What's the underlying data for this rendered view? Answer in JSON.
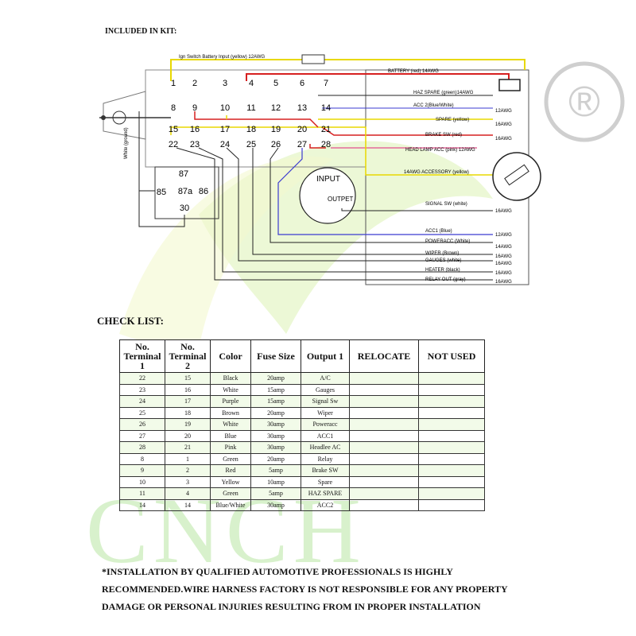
{
  "kit_title": "INCLUDED IN KIT:",
  "watermark": {
    "brand": "CNCH",
    "registered": "®"
  },
  "diagram": {
    "top_wire_label": "Ign Switch Battery Input (yellow) 12AWG",
    "terminals": [
      "1",
      "2",
      "3",
      "4",
      "5",
      "6",
      "7",
      "8",
      "9",
      "10",
      "11",
      "12",
      "13",
      "14",
      "15",
      "16",
      "17",
      "18",
      "19",
      "20",
      "21",
      "22",
      "23",
      "24",
      "25",
      "26",
      "27",
      "28"
    ],
    "relay_terminals": [
      "87",
      "85",
      "87a",
      "86",
      "30"
    ],
    "side_label": "White (ground)",
    "module_input": "INPUT",
    "module_output": "OUTPET",
    "wires": [
      {
        "label": "BATTERY (red) 14AWG",
        "gauge": ""
      },
      {
        "label": "HAZ SPARE (green)14AWG",
        "gauge": ""
      },
      {
        "label": "ACC 2(Blue/White)",
        "gauge": "12AWG"
      },
      {
        "label": "SPARE (yellow)",
        "gauge": "16AWG"
      },
      {
        "label": "BRAKE SW (red)",
        "gauge": "16AWG"
      },
      {
        "label": "HEAD LAMP ACC (pink) 12AWG",
        "gauge": ""
      },
      {
        "label": "14AWG ACCESSORY (yellow)",
        "gauge": ""
      },
      {
        "label": "SIGNAL SW (white)",
        "gauge": "16AWG"
      },
      {
        "label": "ACC1 (Blue)",
        "gauge": "12AWG"
      },
      {
        "label": "POWERACC (White)",
        "gauge": "14AWG"
      },
      {
        "label": "WIPER (Brown)",
        "gauge": "16AWG"
      },
      {
        "label": "GAUGES (white)",
        "gauge": "16AWG"
      },
      {
        "label": "HEATER (black)",
        "gauge": "16AWG"
      },
      {
        "label": "RELAY OUT (gray)",
        "gauge": "16AWG"
      }
    ],
    "colors": {
      "red": "#d62020",
      "yellow": "#e8d800",
      "dark": "#222222",
      "blue": "#3b3bd0",
      "pink": "#e36a9a"
    }
  },
  "check_title": "CHECK LIST:",
  "table": {
    "headers": [
      "No. Terminal 1",
      "No. Terminal 2",
      "Color",
      "Fuse Size",
      "Output 1",
      "RELOCATE",
      "NOT USED"
    ],
    "rows": [
      [
        "22",
        "15",
        "Black",
        "20amp",
        "A/C",
        "",
        ""
      ],
      [
        "23",
        "16",
        "White",
        "15amp",
        "Gauges",
        "",
        ""
      ],
      [
        "24",
        "17",
        "Purple",
        "15amp",
        "Signal Sw",
        "",
        ""
      ],
      [
        "25",
        "18",
        "Brown",
        "20amp",
        "Wiper",
        "",
        ""
      ],
      [
        "26",
        "19",
        "White",
        "30amp",
        "Poweracc",
        "",
        ""
      ],
      [
        "27",
        "20",
        "Blue",
        "30amp",
        "ACC1",
        "",
        ""
      ],
      [
        "28",
        "21",
        "Pink",
        "30amp",
        "Headlee AC",
        "",
        ""
      ],
      [
        "8",
        "1",
        "Green",
        "20amp",
        "Relay",
        "",
        ""
      ],
      [
        "9",
        "2",
        "Red",
        "5amp",
        "Brake SW",
        "",
        ""
      ],
      [
        "10",
        "3",
        "Yellow",
        "10amp",
        "Spare",
        "",
        ""
      ],
      [
        "11",
        "4",
        "Green",
        "5amp",
        "HAZ SPARE",
        "",
        ""
      ],
      [
        "14",
        "14",
        "Blue/White",
        "30amp",
        "ACC2",
        "",
        ""
      ]
    ]
  },
  "note_lines": [
    "*INSTALLATION BY QUALIFIED AUTOMOTIVE PROFESSIONALS IS HIGHLY",
    "RECOMMENDED.WIRE HARNESS FACTORY IS NOT RESPONSIBLE FOR ANY PROPERTY",
    "DAMAGE OR PERSONAL INJURIES RESULTING FROM IN PROPER INSTALLATION"
  ]
}
